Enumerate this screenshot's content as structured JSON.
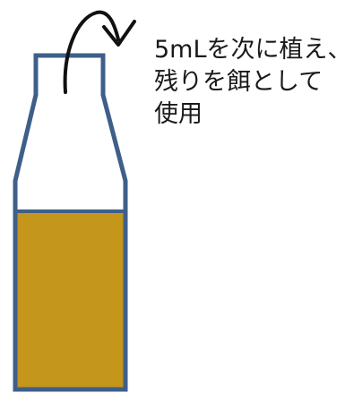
{
  "caption": {
    "lines": [
      "5mLを次に植え、",
      "残りを餌として",
      "使用"
    ]
  },
  "colors": {
    "bottle_outline": "#3e5f8a",
    "liquid_fill": "#c4961c",
    "arrow": "#111111",
    "background": "#ffffff"
  },
  "icons": {
    "arrow": "curved-arrow-icon"
  }
}
